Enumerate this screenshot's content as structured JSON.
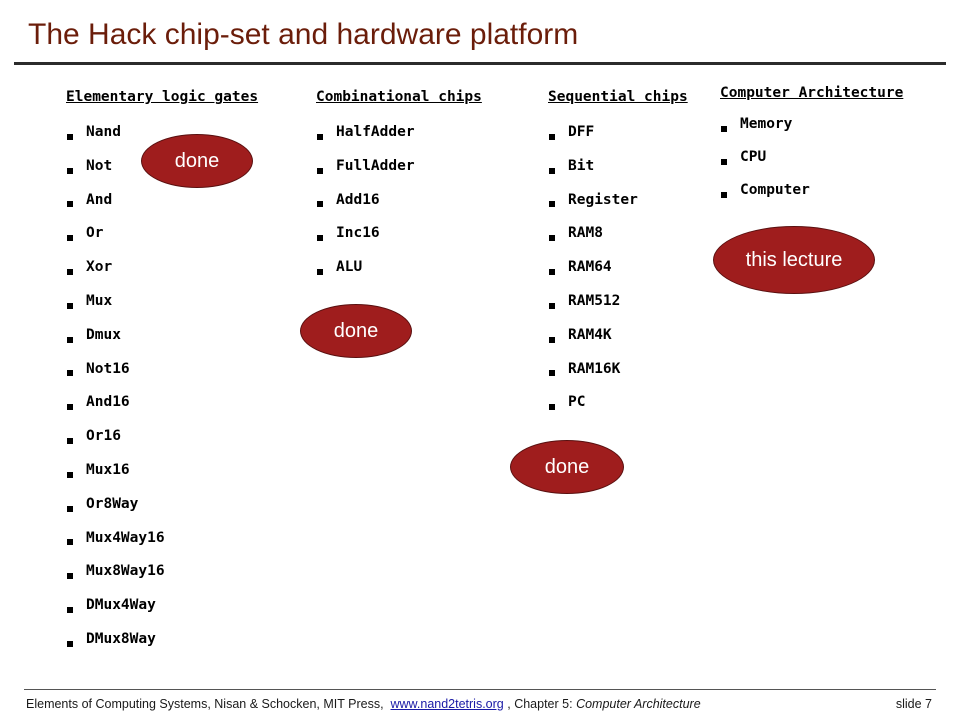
{
  "slide": {
    "title": "The Hack chip-set and hardware platform"
  },
  "columns": {
    "gates": {
      "heading": "Elementary logic gates",
      "items": [
        "Nand",
        "Not",
        "And",
        "Or",
        "Xor",
        "Mux",
        "Dmux",
        "Not16",
        "And16",
        "Or16",
        "Mux16",
        "Or8Way",
        "Mux4Way16",
        "Mux8Way16",
        "DMux4Way",
        "DMux8Way"
      ]
    },
    "combinational": {
      "heading": "Combinational chips",
      "items": [
        "HalfAdder",
        "FullAdder",
        "Add16",
        "Inc16",
        "ALU"
      ]
    },
    "sequential": {
      "heading": "Sequential chips",
      "items": [
        "DFF",
        "Bit",
        "Register",
        "RAM8",
        "RAM64",
        "RAM512",
        "RAM4K",
        "RAM16K",
        "PC"
      ]
    },
    "architecture": {
      "heading": "Computer Architecture",
      "items": [
        "Memory",
        "CPU",
        "Computer"
      ]
    }
  },
  "badges": {
    "gates": "done",
    "combinational": "done",
    "sequential": "done",
    "architecture": "this lecture"
  },
  "footer": {
    "source": "Elements of Computing Systems, Nisan & Schocken, MIT Press,",
    "link_text": "www.nand2tetris.org",
    "chapter_prefix": ", Chapter 5:",
    "chapter_title": "Computer Architecture",
    "slide_number": "slide 7"
  },
  "colors": {
    "title": "#6b1d0a",
    "badge_fill": "#9f1d1d",
    "badge_text": "#ffffff",
    "link": "#1a1aa6"
  }
}
